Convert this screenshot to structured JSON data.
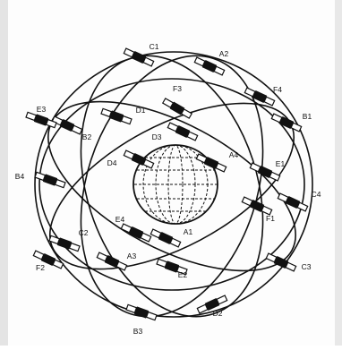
{
  "diagram": {
    "satellites": [
      {
        "id": "A1",
        "label": "A1",
        "icon": "satellite-icon"
      },
      {
        "id": "A2",
        "label": "A2",
        "icon": "satellite-icon"
      },
      {
        "id": "A3",
        "label": "A3",
        "icon": "satellite-icon"
      },
      {
        "id": "A4",
        "label": "A4",
        "icon": "satellite-icon"
      },
      {
        "id": "B1",
        "label": "B1",
        "icon": "satellite-icon"
      },
      {
        "id": "B2",
        "label": "B2",
        "icon": "satellite-icon"
      },
      {
        "id": "B3",
        "label": "B3",
        "icon": "satellite-icon"
      },
      {
        "id": "B4",
        "label": "B4",
        "icon": "satellite-icon"
      },
      {
        "id": "C1",
        "label": "C1",
        "icon": "satellite-icon"
      },
      {
        "id": "C2",
        "label": "C2",
        "icon": "satellite-icon"
      },
      {
        "id": "C3",
        "label": "C3",
        "icon": "satellite-icon"
      },
      {
        "id": "C4",
        "label": "C4",
        "icon": "satellite-icon"
      },
      {
        "id": "D1",
        "label": "D1",
        "icon": "satellite-icon"
      },
      {
        "id": "D2",
        "label": "D2",
        "icon": "satellite-icon"
      },
      {
        "id": "D3",
        "label": "D3",
        "icon": "satellite-icon"
      },
      {
        "id": "D4",
        "label": "D4",
        "icon": "satellite-icon"
      },
      {
        "id": "E1",
        "label": "E1",
        "icon": "satellite-icon"
      },
      {
        "id": "E2",
        "label": "E2",
        "icon": "satellite-icon"
      },
      {
        "id": "E3",
        "label": "E3",
        "icon": "satellite-icon"
      },
      {
        "id": "E4",
        "label": "E4",
        "icon": "satellite-icon"
      },
      {
        "id": "F1",
        "label": "F1",
        "icon": "satellite-icon"
      },
      {
        "id": "F2",
        "label": "F2",
        "icon": "satellite-icon"
      },
      {
        "id": "F3",
        "label": "F3",
        "icon": "satellite-icon"
      },
      {
        "id": "F4",
        "label": "F4",
        "icon": "satellite-icon"
      }
    ],
    "colors": {
      "ink": "#111111",
      "background": "#fdfdfd"
    }
  }
}
